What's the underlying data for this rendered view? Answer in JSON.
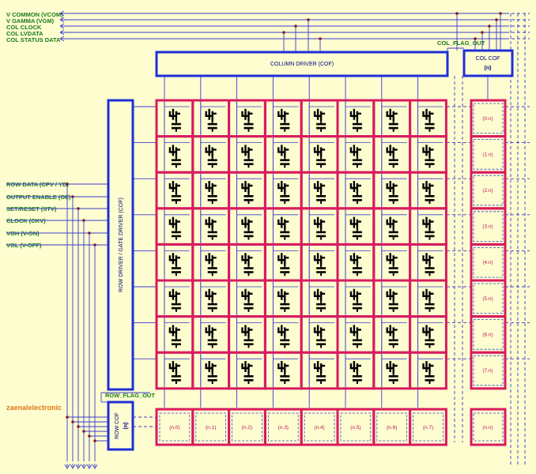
{
  "colors": {
    "background": "#fdfdd0",
    "driver_box": "#1e2fd8",
    "cell_frame": "#d81b60",
    "signal_label": "#1a7a1a",
    "wire": "#3a3ad0",
    "brand": "#e07818",
    "transistor": "#000000"
  },
  "top_signals": [
    "V COMMON (VCOM)",
    "V GAMMA (VGM)",
    "COL CLOCK",
    "COL LVDATA",
    "COL STATUS DATA"
  ],
  "left_signals": [
    "ROW DATA (CPV / YD)",
    "OUTPUT ENABLE (OE)",
    "SET/RESET (STV)",
    "CLOCK (CKV)",
    "VGH (V-ON)",
    "VGL (V-OFF)"
  ],
  "column_driver": {
    "label": "COLUMN DRIVER (COF)"
  },
  "col_cof": {
    "label": "COL COF",
    "sub": "(n)"
  },
  "col_flag": "COL_FLAG_OUT",
  "row_driver": {
    "label": "ROW DRIVER / GATE DRIVER (COF)"
  },
  "row_cof": {
    "label": "ROW COF",
    "sub": "(n)"
  },
  "row_flag": "ROW_FLAG_OUT",
  "brand": "zaenalelectronic",
  "row_labels": [
    "(0.n)",
    "(1.n)",
    "(2.n)",
    "(3.n)",
    "(4.n)",
    "(5.n)",
    "(6.n)",
    "(7.n)"
  ],
  "col_labels": [
    "(n.0)",
    "(n.1)",
    "(n.2)",
    "(n.3)",
    "(n.4)",
    "(n.5)",
    "(n.6)",
    "(n.7)"
  ],
  "corner_label": "(n.n)",
  "matrix": {
    "rows": 8,
    "cols": 8
  }
}
